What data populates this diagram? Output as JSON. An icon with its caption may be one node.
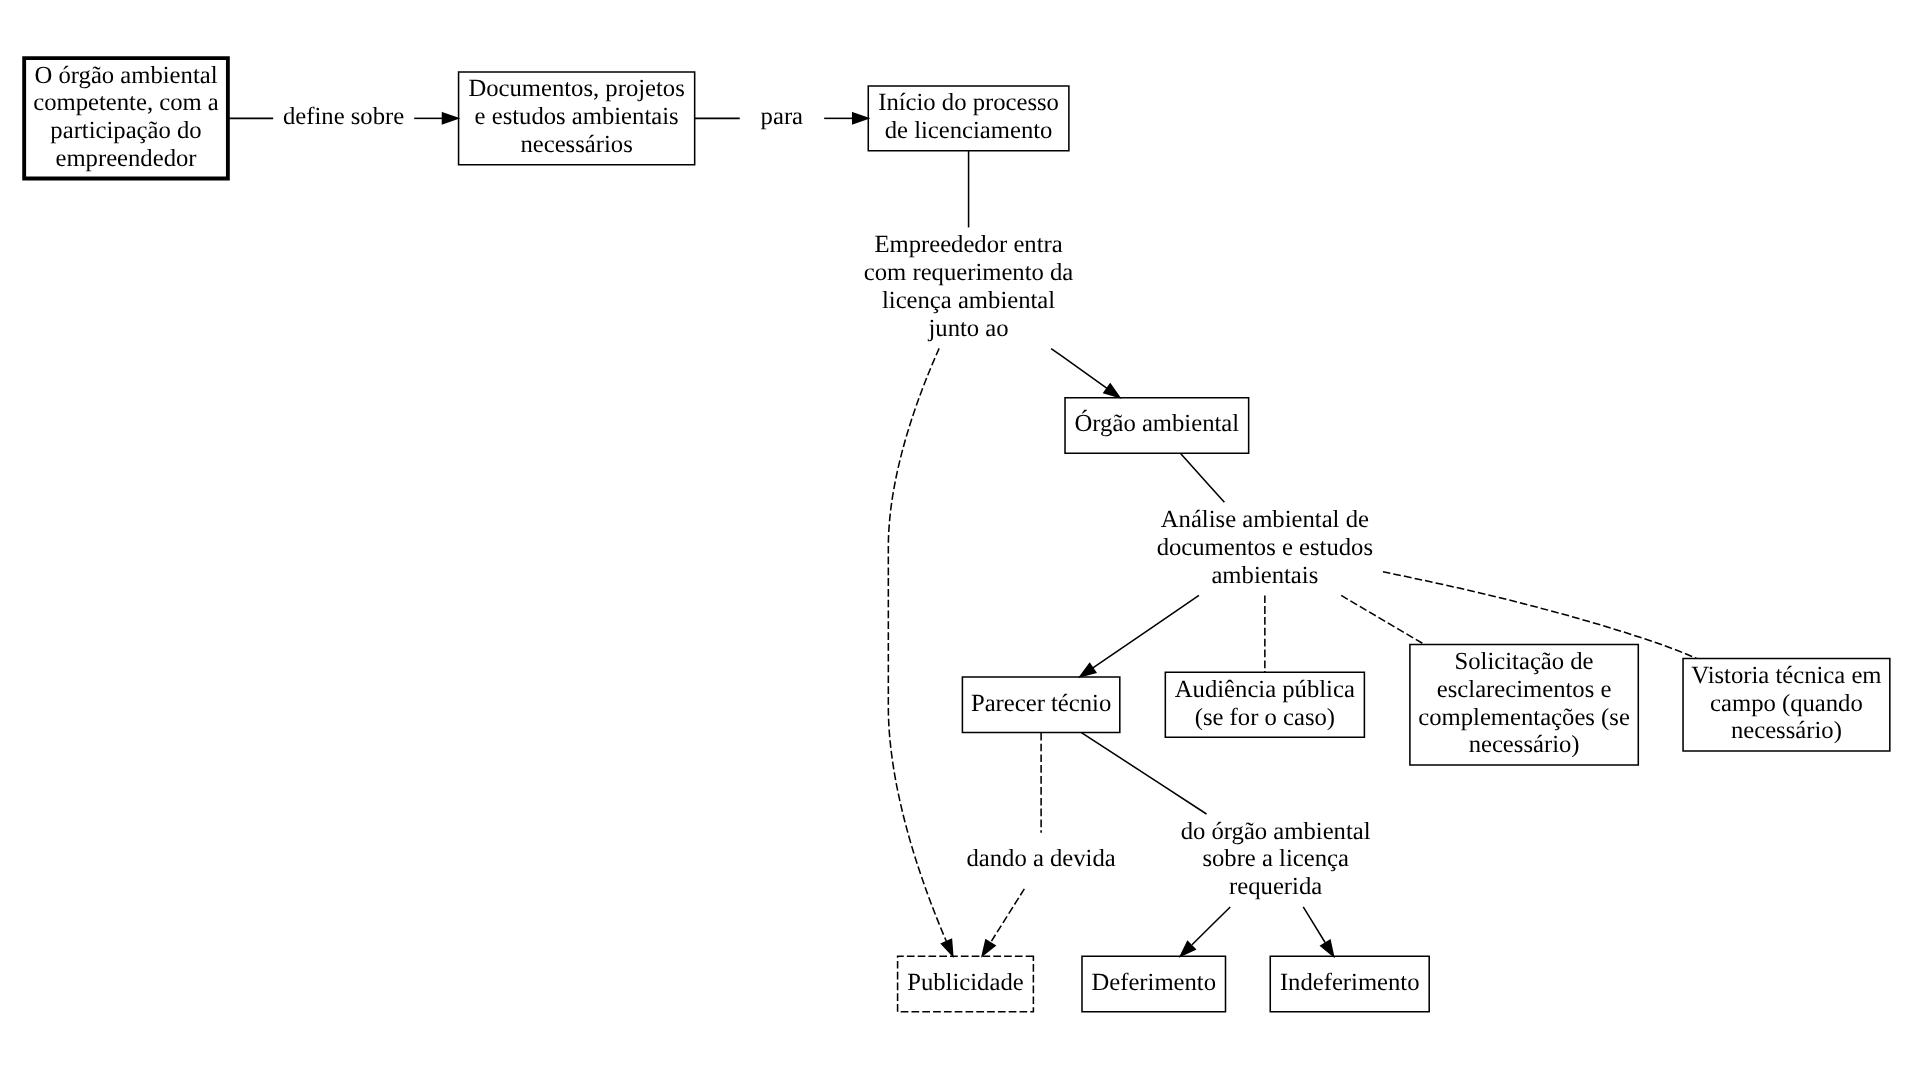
{
  "diagram": {
    "nodes": [
      {
        "text": [
          "O órgão ambiental competente, com a participação do empreendedor"
        ]
      },
      {
        "text": [
          "define sobre"
        ]
      },
      {
        "text": [
          "Documentos, projetos e estudos ambientais necessários"
        ]
      },
      {
        "text": [
          "para"
        ]
      },
      {
        "text": [
          "Início do processo de licenciamento"
        ]
      },
      {
        "text": [
          "Empreededor entra com requerimento da licença ambiental junto ao"
        ]
      },
      {
        "text": [
          "Órgão ambiental"
        ]
      },
      {
        "text": [
          "Análise ambiental de documentos e estudos ambientais"
        ]
      },
      {
        "text": [
          "Parecer técnio"
        ]
      },
      {
        "text": [
          "dando a devida"
        ]
      },
      {
        "text": [
          "Publicidade"
        ]
      },
      {
        "text": [
          "Audiência pública (se for o caso)"
        ]
      },
      {
        "text": [
          "Solicitação de esclarecimentos e complementações (se necessário)"
        ]
      },
      {
        "text": [
          "Vistoria técnica em campo (quando necessário)"
        ]
      },
      {
        "text": [
          "do órgão ambiental sobre a licença requerida"
        ]
      },
      {
        "text": [
          "Deferimento"
        ]
      },
      {
        "text": [
          "Indeferimento"
        ]
      }
    ],
    "edges": [
      {
        "from": 0,
        "to": 1,
        "arrow": "none"
      },
      {
        "from": 1,
        "to": 2,
        "arrow": "to"
      },
      {
        "from": 2,
        "to": 3,
        "arrow": "none"
      },
      {
        "from": 3,
        "to": 4,
        "arrow": "to"
      },
      {
        "from": 4,
        "to": 5,
        "arrow": "none"
      },
      {
        "from": 5,
        "to": 6,
        "arrow": "to"
      },
      {
        "from": 5,
        "to": 10,
        "arrow": "to",
        "style": "dashed"
      },
      {
        "from": 6,
        "to": 7,
        "arrow": "none"
      },
      {
        "from": 7,
        "to": 8,
        "arrow": "to"
      },
      {
        "from": 8,
        "to": 9,
        "arrow": "none",
        "style": "dashed"
      },
      {
        "from": 9,
        "to": 10,
        "arrow": "to",
        "style": "dashed"
      },
      {
        "from": 7,
        "to": 11,
        "arrow": "none",
        "style": "dashed"
      },
      {
        "from": 7,
        "to": 12,
        "arrow": "none",
        "style": "dashed"
      },
      {
        "from": 7,
        "to": 13,
        "arrow": "none",
        "style": "dashed"
      },
      {
        "from": 8,
        "to": 14,
        "arrow": "none"
      },
      {
        "from": 14,
        "to": 15,
        "arrow": "to"
      },
      {
        "from": 14,
        "to": 16,
        "arrow": "to"
      }
    ]
  }
}
